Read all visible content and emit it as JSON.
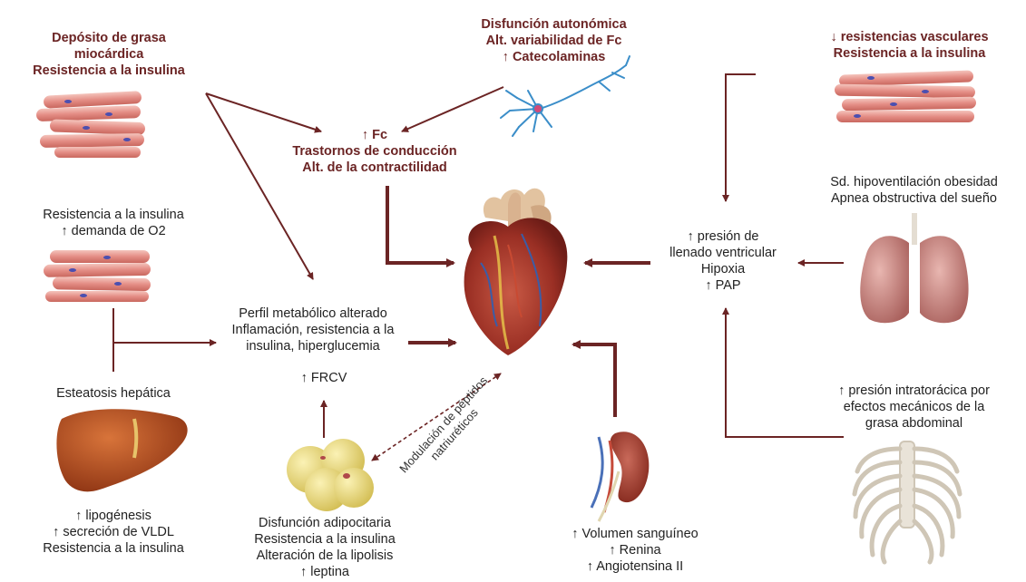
{
  "colors": {
    "arrow": "#6b2424",
    "bold_text": "#6b2424",
    "muscle": "#e9a09a",
    "heart": "#a83a2c",
    "liver": "#b5501e",
    "fat": "#e8d97a",
    "lung": "#c98a8a",
    "bone": "#e4ddd2"
  },
  "nodes": {
    "myocardial_fat": [
      "Depósito de grasa",
      "miocárdica",
      "Resistencia a la insulina"
    ],
    "autonomic": [
      "Disfunción autonómica",
      "Alt. variabilidad de Fc",
      "↑ Catecolaminas"
    ],
    "vascular": [
      "↓ resistencias vasculares",
      "Resistencia a la insulina"
    ],
    "conduction": [
      "↑ Fc",
      "Trastornos de conducción",
      "Alt. de la contractilidad"
    ],
    "insulin_o2": [
      "Resistencia a la insulina",
      "↑ demanda de O2"
    ],
    "hypoventilation": [
      "Sd. hipoventilación obesidad",
      "Apnea obstructiva del sueño"
    ],
    "filling": [
      "↑ presión de",
      "llenado ventricular",
      "Hipoxia",
      "↑ PAP"
    ],
    "metabolic": [
      "Perfil metabólico alterado",
      "Inflamación, resistencia a la",
      "insulina, hiperglucemia"
    ],
    "frcv": "↑ FRCV",
    "steatosis": "Esteatosis hepática",
    "natriuretic": [
      "Modulación de péptidos",
      "natriuréticos"
    ],
    "intrathoracic": [
      "↑ presión intratorácica por",
      "efectos mecánicos de la",
      "grasa abdominal"
    ],
    "lipogenesis": [
      "↑ lipogénesis",
      "↑ secreción de VLDL",
      "Resistencia a la insulina"
    ],
    "adipocyte": [
      "Disfunción adipocitaria",
      "Resistencia a la insulina",
      "Alteración de la lipolisis",
      "↑ leptina"
    ],
    "renal": [
      "↑ Volumen sanguíneo",
      "↑ Renina",
      "↑ Angiotensina II"
    ]
  },
  "icons": [
    "muscle-fibers-icon",
    "neuron-icon",
    "heart-icon",
    "liver-icon",
    "adipocytes-icon",
    "kidney-icon",
    "lungs-icon",
    "ribcage-icon"
  ]
}
